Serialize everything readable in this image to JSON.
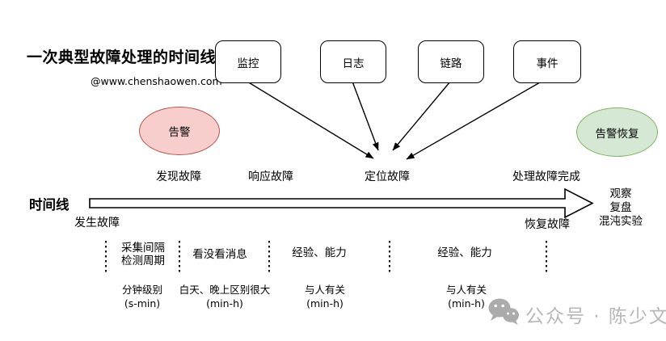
{
  "page": {
    "title": "一次典型故障处理的时间线",
    "site_credit": "@www.chenshaowen.com",
    "footer_watermark": "公众号 · 陈少文"
  },
  "signal_boxes": [
    {
      "label": "监控"
    },
    {
      "label": "日志"
    },
    {
      "label": "链路"
    },
    {
      "label": "事件"
    }
  ],
  "alerts": {
    "start": {
      "label": "告警",
      "fill": "#f8cecc",
      "stroke": "#b85450"
    },
    "recovery": {
      "label": "告警恢复",
      "fill": "#d5e8d4",
      "stroke": "#82b366"
    }
  },
  "phases": [
    "发现故障",
    "响应故障",
    "定位故障",
    "处理故障完成"
  ],
  "timeline": {
    "axis_label": "时间线",
    "start_event": "发生故障",
    "end_event": "恢复故障",
    "post_steps": [
      "观察",
      "复盘",
      "混沌实验"
    ]
  },
  "gap_factors": [
    {
      "lines": [
        "采集间隔",
        "检测周期"
      ],
      "notes": [
        "分钟级别",
        "(s-min)"
      ]
    },
    {
      "lines": [
        "看没看消息"
      ],
      "notes": [
        "白天、晚上区别很大",
        "(min-h)"
      ]
    },
    {
      "lines": [
        "经验、能力"
      ],
      "notes": [
        "与人有关",
        "(min-h)"
      ]
    },
    {
      "lines": [
        "经验、能力"
      ],
      "notes": [
        "与人有关",
        "(min-h)"
      ]
    }
  ]
}
